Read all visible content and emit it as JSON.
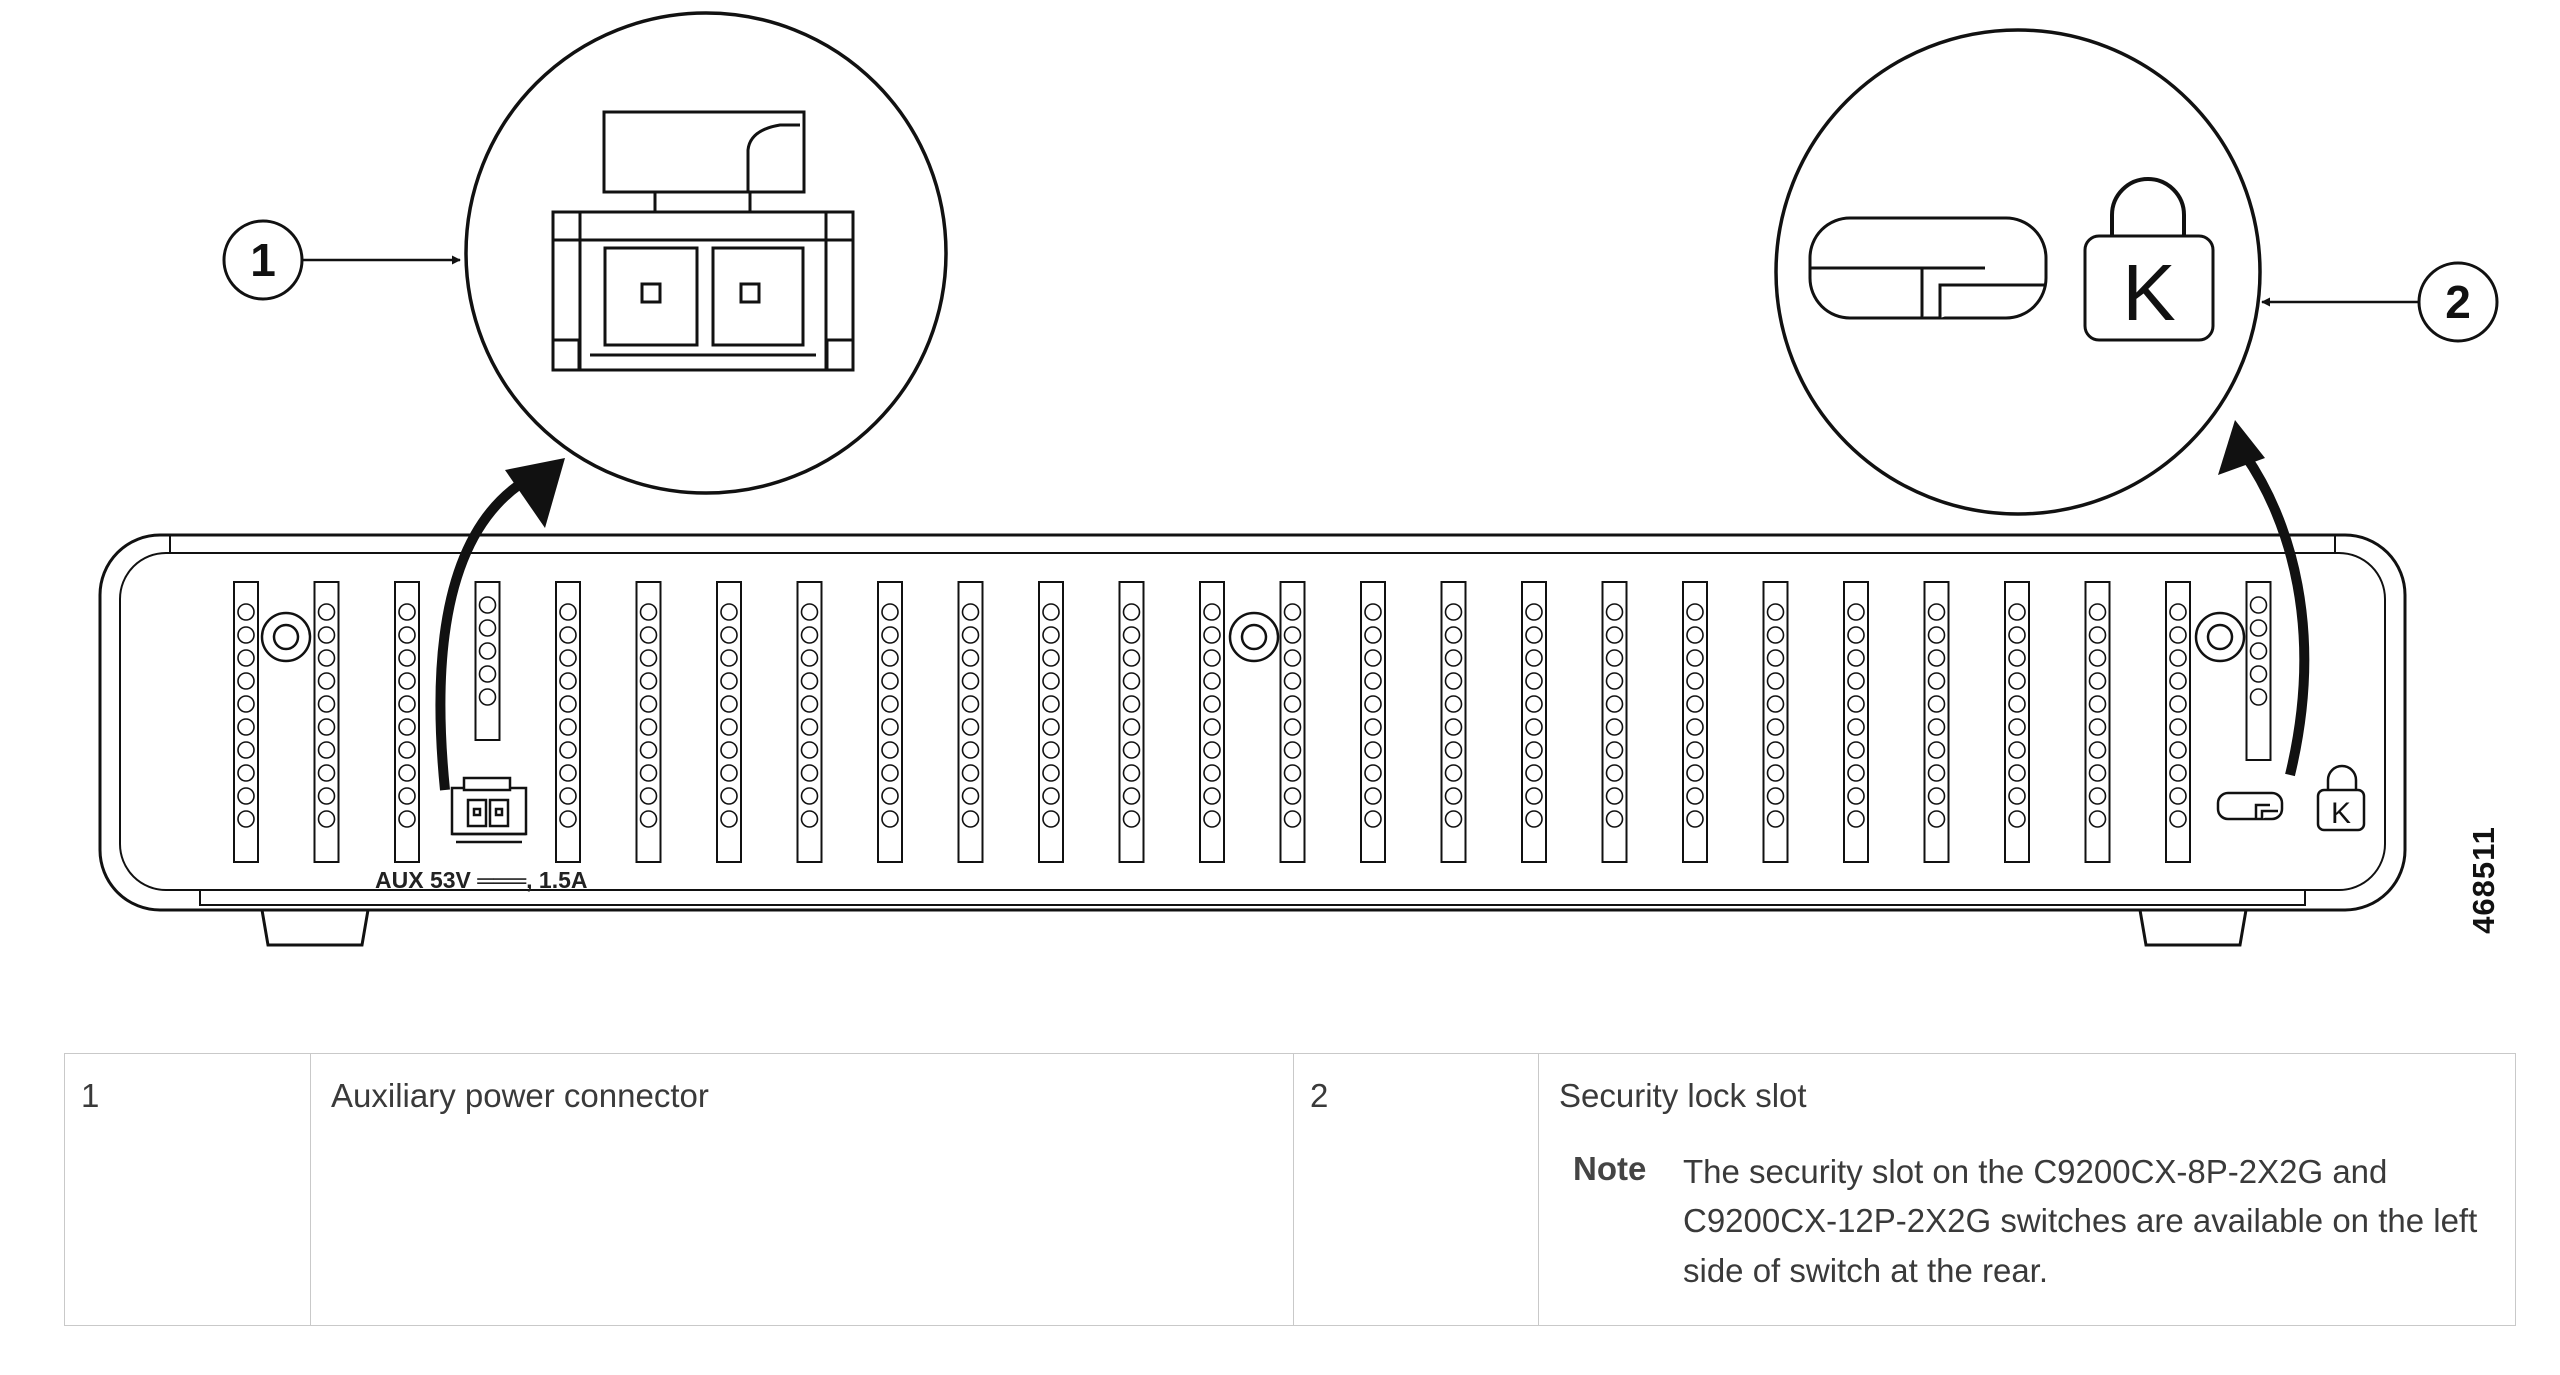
{
  "figure": {
    "callout_1": "1",
    "callout_2": "2",
    "panel_label": "AUX 53V ═══, 1.5A",
    "lock_glyph": "K",
    "figure_id": "468511"
  },
  "legend": {
    "row": {
      "number_1": "1",
      "description_1": "Auxiliary power connector",
      "number_2": "2",
      "description_2": "Security lock slot",
      "note_label": "Note",
      "note_text": "The security slot on the C9200CX-8P-2X2G and C9200CX-12P-2X2G switches are available on the left side of switch at the rear."
    }
  },
  "colors": {
    "line": "#111111",
    "table_border": "#c9c9c9",
    "text": "#3a3a3a"
  },
  "icons": [
    "power-connector-icon",
    "security-slot-icon",
    "kensington-lock-icon",
    "arrow-icon"
  ]
}
